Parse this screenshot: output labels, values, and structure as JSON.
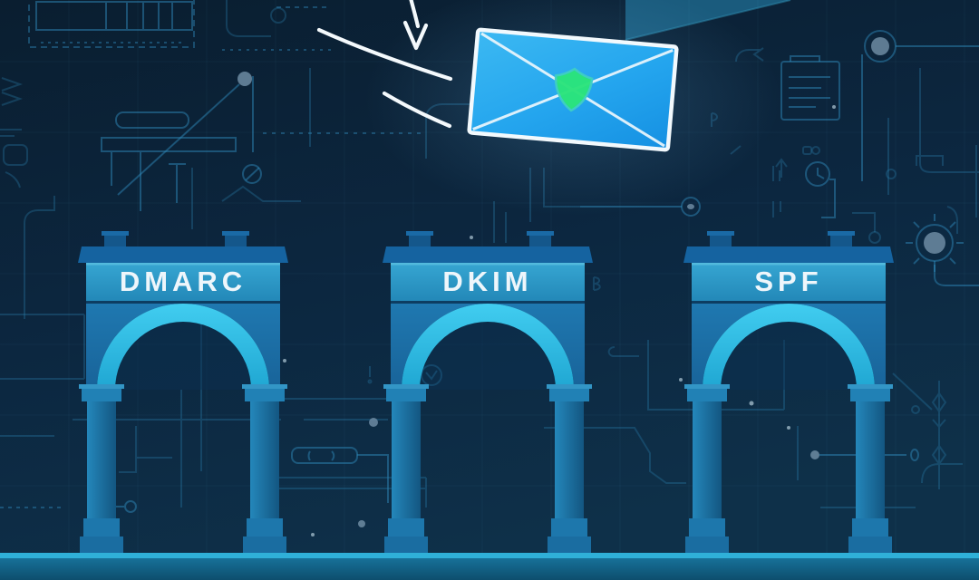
{
  "arches": [
    {
      "label": "DMARC"
    },
    {
      "label": "DKIM"
    },
    {
      "label": "SPF"
    }
  ],
  "envelope": {
    "icon": "envelope-icon",
    "seal_icon": "shield-seal-icon"
  },
  "icons": {
    "arrow": "arrow-down-icon",
    "motion": "motion-swoosh-lines",
    "background": "circuit-board-pattern"
  },
  "colors": {
    "background_top": "#0a1e30",
    "background_bottom": "#0e3049",
    "circuit": "#2e86b5",
    "envelope_blue": "#24a5ee",
    "seal_green": "#2be47c",
    "seal_outline": "#3fcfc4",
    "arch_body": "#1b6da6",
    "arch_band": "#2a96c4",
    "arch_ring": "#2fc0e8",
    "label_text": "#eef6fb",
    "ground_line": "#2fb0d8",
    "ground_band": "#147199",
    "stroke_white": "#f4f9fc"
  }
}
